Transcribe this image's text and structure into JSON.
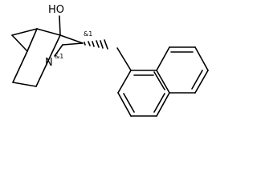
{
  "structure": {
    "atoms": {
      "hydroxyl": "HO",
      "nitrogen": "N"
    },
    "stereo_descriptors": {
      "carbinol_carbon": "&1",
      "nitrogen_adjacent_carbon": "&1"
    },
    "colors": {
      "bond": "#000000",
      "text": "#000000",
      "background": "#ffffff"
    }
  }
}
